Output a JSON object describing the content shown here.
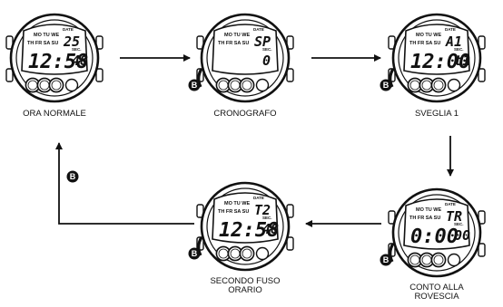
{
  "button_letter": "B",
  "watches": [
    {
      "id": "ora-normale",
      "label_lines": [
        "ORA NORMALE"
      ],
      "days_top": "MO TU WE",
      "days_bottom": "TH FR SA SU",
      "date_tag": "DATE",
      "sec_tag": "SEC.",
      "top_value": "25",
      "main_value": "12:58",
      "side_value": "48",
      "has_b_badge": false
    },
    {
      "id": "cronografo",
      "label_lines": [
        "CRONOGRAFO"
      ],
      "days_top": "MO TU WE",
      "days_bottom": "TH FR SA SU",
      "date_tag": "DATE",
      "sec_tag": "SEC.",
      "top_value": "SP",
      "main_value": "",
      "side_value": "0",
      "has_b_badge": true
    },
    {
      "id": "sveglia-1",
      "label_lines": [
        "SVEGLIA 1"
      ],
      "days_top": "MO TU WE",
      "days_bottom": "TH FR SA SU",
      "date_tag": "DATE",
      "sec_tag": "SEC.",
      "top_value": "A1",
      "main_value": "12:00",
      "side_value": "t1",
      "has_b_badge": true
    },
    {
      "id": "conto-alla-rovescia",
      "label_lines": [
        "CONTO ALLA",
        "ROVESCIA"
      ],
      "days_top": "MO TU WE",
      "days_bottom": "TH FR SA SU",
      "date_tag": "DATE",
      "sec_tag": "SEC.",
      "top_value": "TR",
      "main_value": "0:00",
      "side_value": "00",
      "has_b_badge": true
    },
    {
      "id": "secondo-fuso-orario",
      "label_lines": [
        "SECONDO FUSO",
        "ORARIO"
      ],
      "days_top": "MO TU WE",
      "days_bottom": "TH FR SA SU",
      "date_tag": "DATE",
      "sec_tag": "SEC.",
      "top_value": "T2",
      "main_value": "12:58",
      "side_value": "48",
      "has_b_badge": true
    }
  ],
  "flow_arrows": [
    {
      "from": "ora-normale",
      "to": "cronografo"
    },
    {
      "from": "cronografo",
      "to": "sveglia-1"
    },
    {
      "from": "sveglia-1",
      "to": "conto-alla-rovescia"
    },
    {
      "from": "conto-alla-rovescia",
      "to": "secondo-fuso-orario"
    },
    {
      "from": "secondo-fuso-orario",
      "to": "ora-normale",
      "has_b_badge": true
    }
  ]
}
